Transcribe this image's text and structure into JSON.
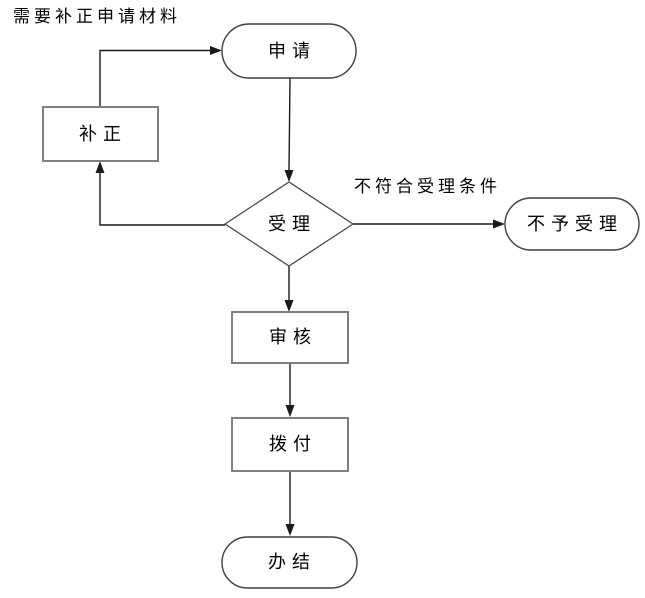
{
  "diagram": {
    "note_label": "需要补正申请材料",
    "edge_label": "不符合受理条件",
    "nodes": {
      "apply": {
        "label": "申请",
        "type": "stadium"
      },
      "correct": {
        "label": "补正",
        "type": "process"
      },
      "accept": {
        "label": "受理",
        "type": "decision"
      },
      "reject": {
        "label": "不予受理",
        "type": "stadium"
      },
      "review": {
        "label": "审核",
        "type": "process"
      },
      "disburse": {
        "label": "拨付",
        "type": "process"
      },
      "finish": {
        "label": "办结",
        "type": "stadium"
      }
    },
    "edges": [
      {
        "from": "apply",
        "to": "accept",
        "label": ""
      },
      {
        "from": "accept",
        "to": "correct",
        "label": "需要补正申请材料"
      },
      {
        "from": "correct",
        "to": "apply",
        "label": ""
      },
      {
        "from": "accept",
        "to": "reject",
        "label": "不符合受理条件"
      },
      {
        "from": "accept",
        "to": "review",
        "label": ""
      },
      {
        "from": "review",
        "to": "disburse",
        "label": ""
      },
      {
        "from": "disburse",
        "to": "finish",
        "label": ""
      }
    ],
    "colors": {
      "line": "#1a1a1a",
      "proc_border": "#7f7f7f",
      "stadium_border": "#3f3f3f",
      "text": "#000000",
      "background": "#ffffff"
    }
  }
}
